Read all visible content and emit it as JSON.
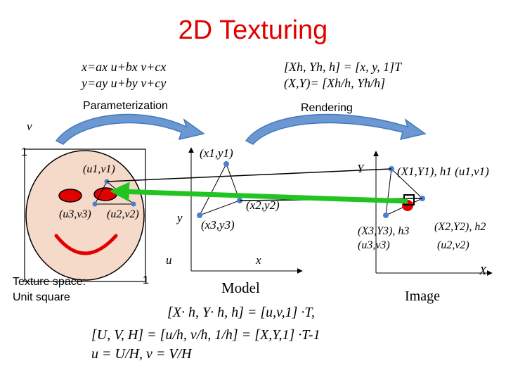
{
  "title": "2D Texturing",
  "param_eq_1": "x=ax u+bx v+cx",
  "param_eq_2": "y=ay u+by v+cy",
  "param_label": "Parameterization",
  "render_eq_1": "[Xh, Yh, h] = [x, y, 1]T",
  "render_eq_2": "(X,Y)= [Xh/h, Yh/h]",
  "render_label": "Rendering",
  "tex_axis_v": "v",
  "tex_axis_u": "u",
  "tex_tick_1": "1",
  "tex_tick_1b": "1",
  "tex_uv1": "(u1,v1)",
  "tex_uv3": "(u3,v3)",
  "tex_uv2": "(u2,v2)",
  "tex_caption_1": "Texture space:",
  "tex_caption_2": "Unit square",
  "model_y": "y",
  "model_x": "x",
  "model_p1": "(x1,y1)",
  "model_p2": "(x2,y2)",
  "model_p3": "(x3,y3)",
  "model_label": "Model",
  "img_Y": "Y",
  "img_X": "X",
  "img_p1": "(X1,Y1), h1  (u1,v1)",
  "img_p3a": "(X3,Y3), h3",
  "img_p3b": "(u3,v3)",
  "img_p2a": "(X2,Y2), h2",
  "img_p2b": "(u2,v2)",
  "img_label": "Image",
  "bottom_eq_1": "[X· h, Y· h, h] = [u,v,1] ·T,",
  "bottom_eq_2": "[U, V, H] = [u/h, v/h, 1/h] = [X,Y,1] ·T-1",
  "bottom_eq_3": "u = U/H, v = V/H",
  "colors": {
    "title": "#e00000",
    "arrow_blue": "#2e6db4",
    "green": "#22c422",
    "face": "#f5d9c9",
    "red": "#e00000"
  }
}
